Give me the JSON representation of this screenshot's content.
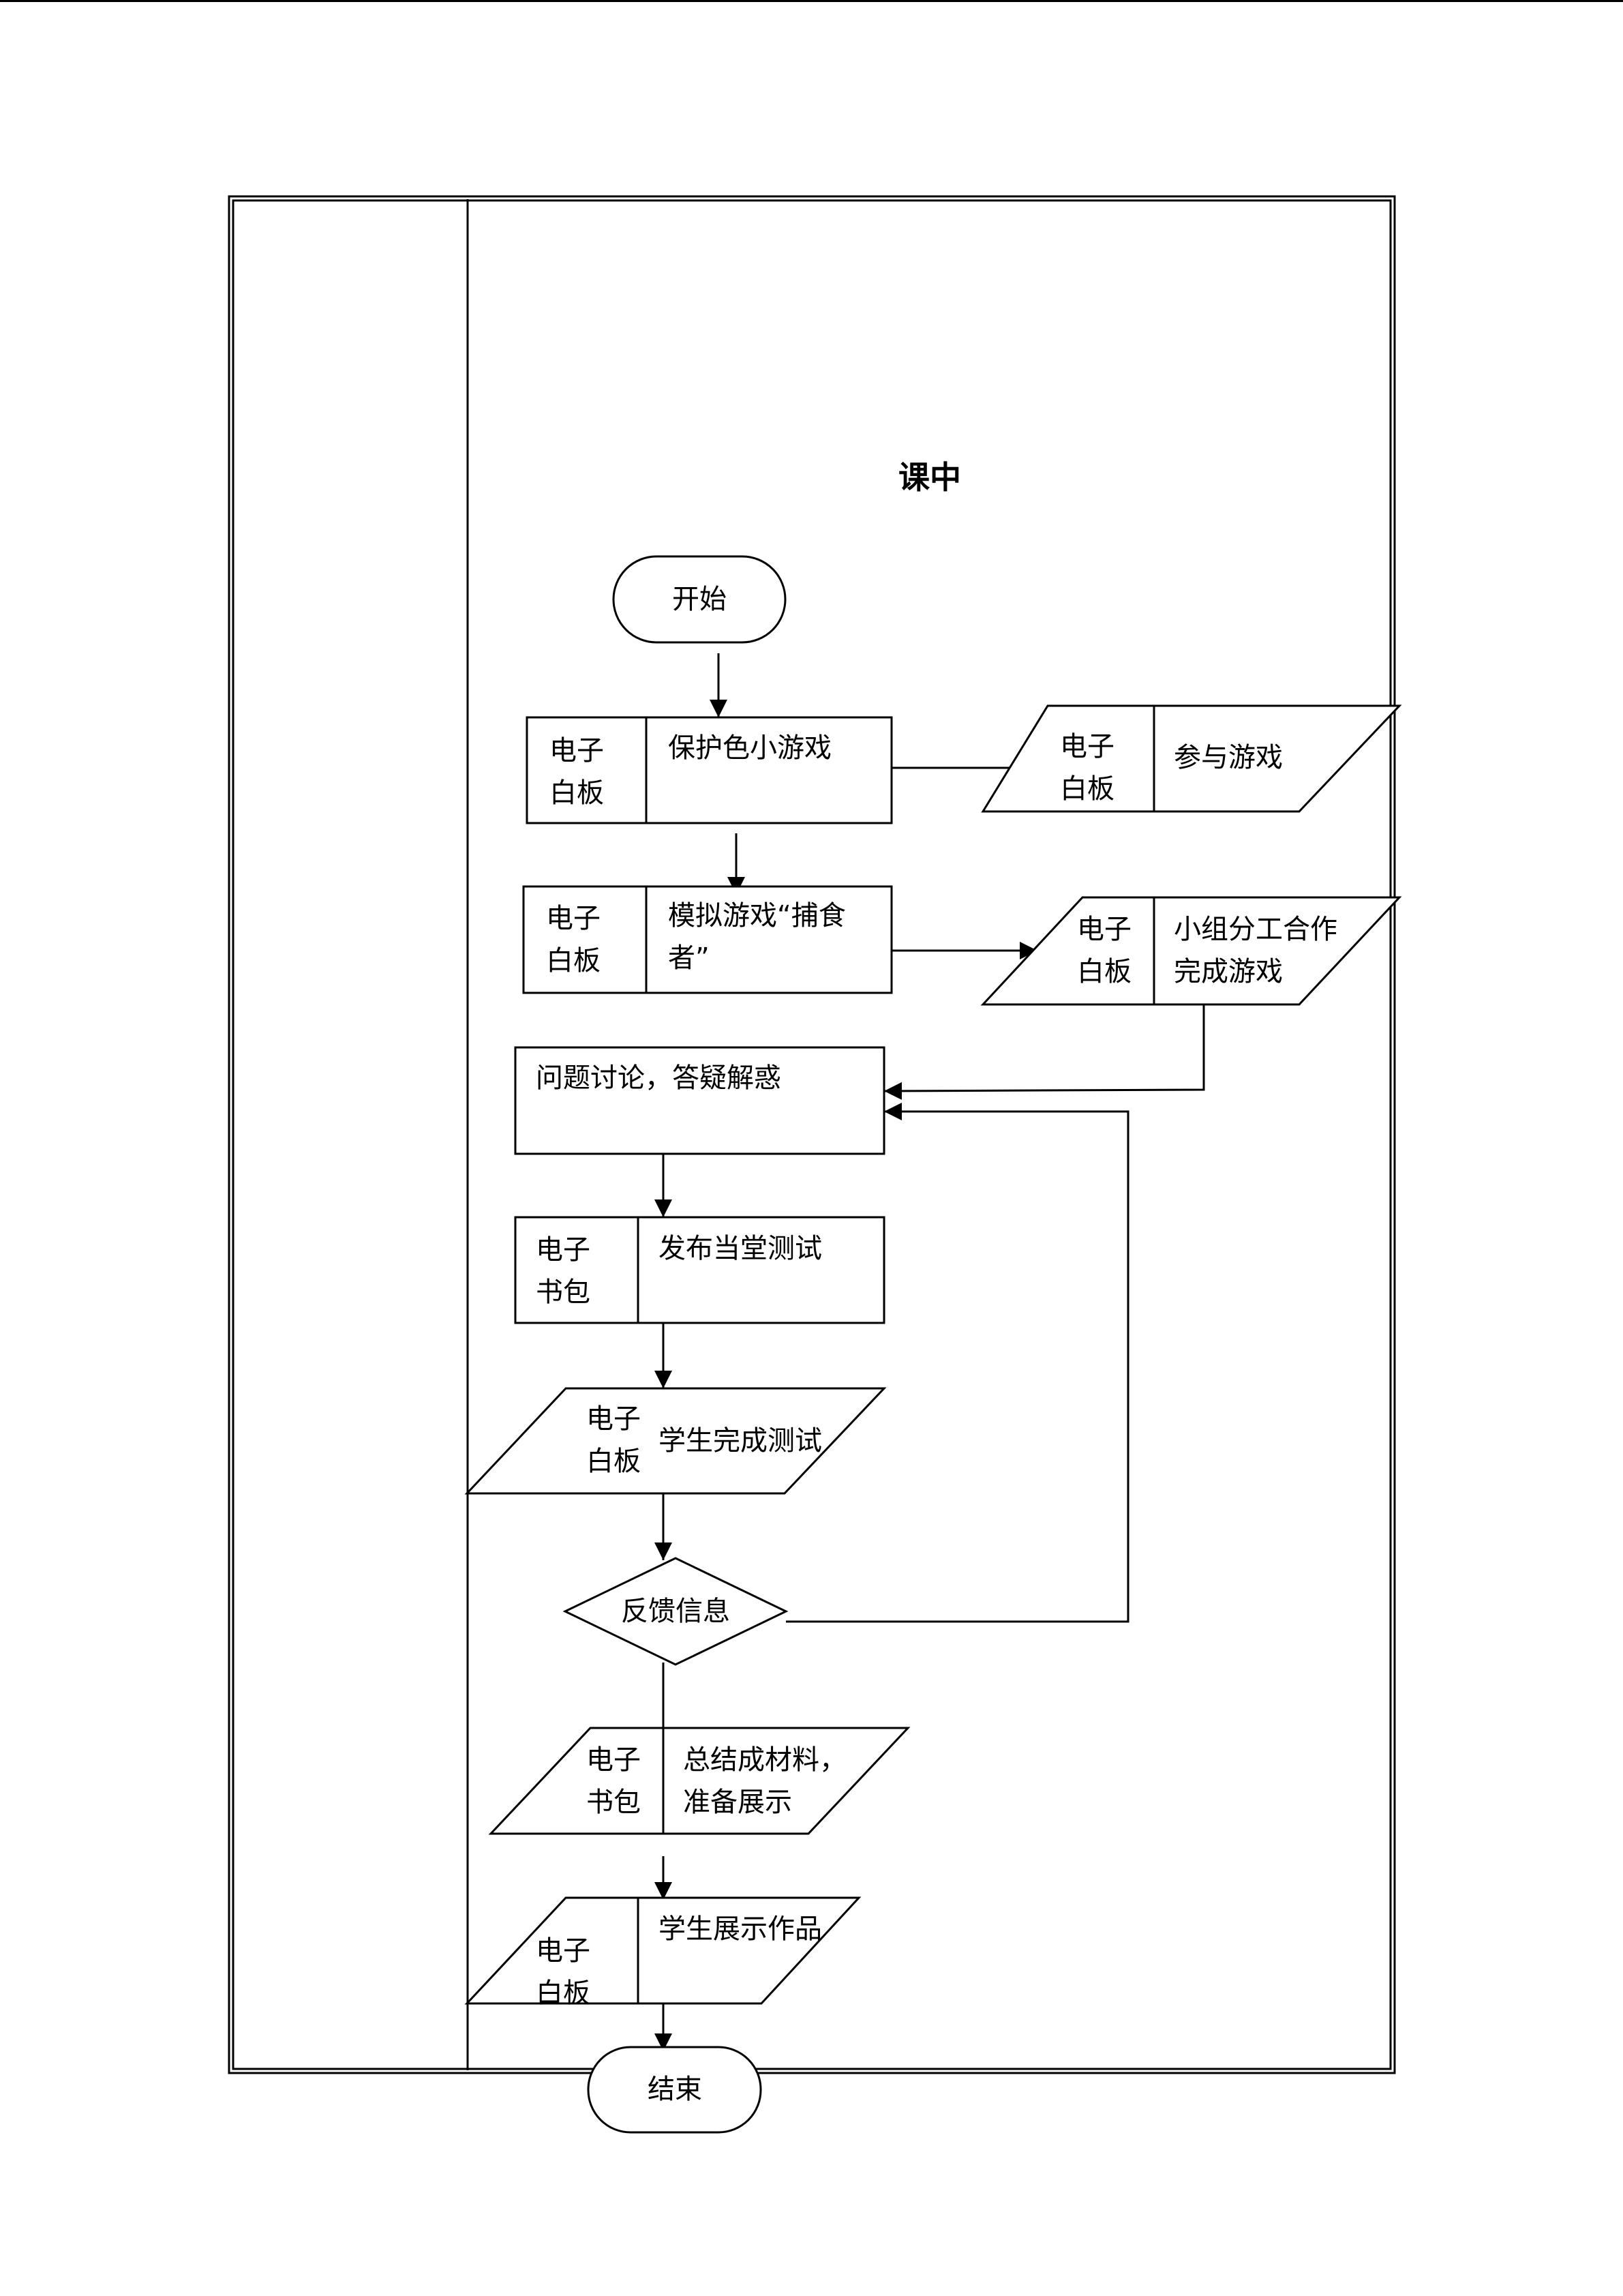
{
  "title": "课中",
  "nodes": {
    "start": "开始",
    "end": "结束",
    "game_tool": [
      "电子",
      "白板"
    ],
    "game": "保护色小游戏",
    "join_tool": [
      "电子",
      "白板"
    ],
    "join": "参与游戏",
    "sim_tool": [
      "电子",
      "白板"
    ],
    "sim": [
      "模拟游戏“捕食",
      "者”"
    ],
    "group_tool": [
      "电子",
      "白板"
    ],
    "group": [
      "小组分工合作",
      "完成游戏"
    ],
    "discuss": "问题讨论，答疑解惑",
    "quiz_tool": [
      "电子",
      "书包"
    ],
    "quiz": "发布当堂测试",
    "do_quiz_tool": [
      "电子",
      "白板"
    ],
    "do_quiz": "学生完成测试",
    "feedback": "反馈信息",
    "summary_tool": [
      "电子",
      "书包"
    ],
    "summary": [
      "总结成材料，",
      "准备展示"
    ],
    "show_tool": [
      "电子",
      "白板"
    ],
    "show": "学生展示作品"
  }
}
